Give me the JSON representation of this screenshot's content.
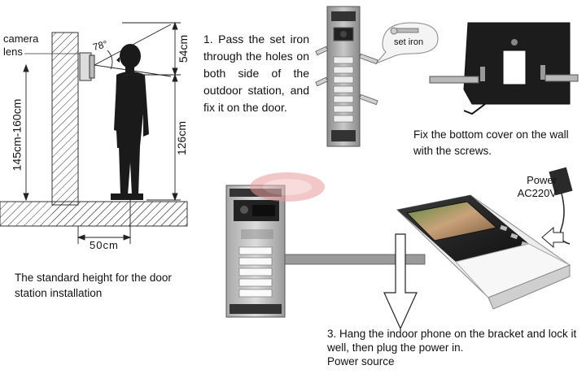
{
  "labels": {
    "camera_lens": "camera\nlens",
    "angle": "78°",
    "h_54": "54cm",
    "h_126": "126cm",
    "h_145_160": "145cm-160cm",
    "w_50": "50cm",
    "set_iron": "set iron",
    "power": "Power\nAC220V"
  },
  "captions": {
    "step1": "1. Pass the set iron through the holes on both side of the outdoor station, and fix it on the door.",
    "step2": "Fix the bottom cover on the wall with the screws.",
    "standard_height": "The standard height for the door station installation",
    "step3": "3. Hang the indoor phone on the bracket and lock it well, then plug the power in.\nPower source"
  }
}
